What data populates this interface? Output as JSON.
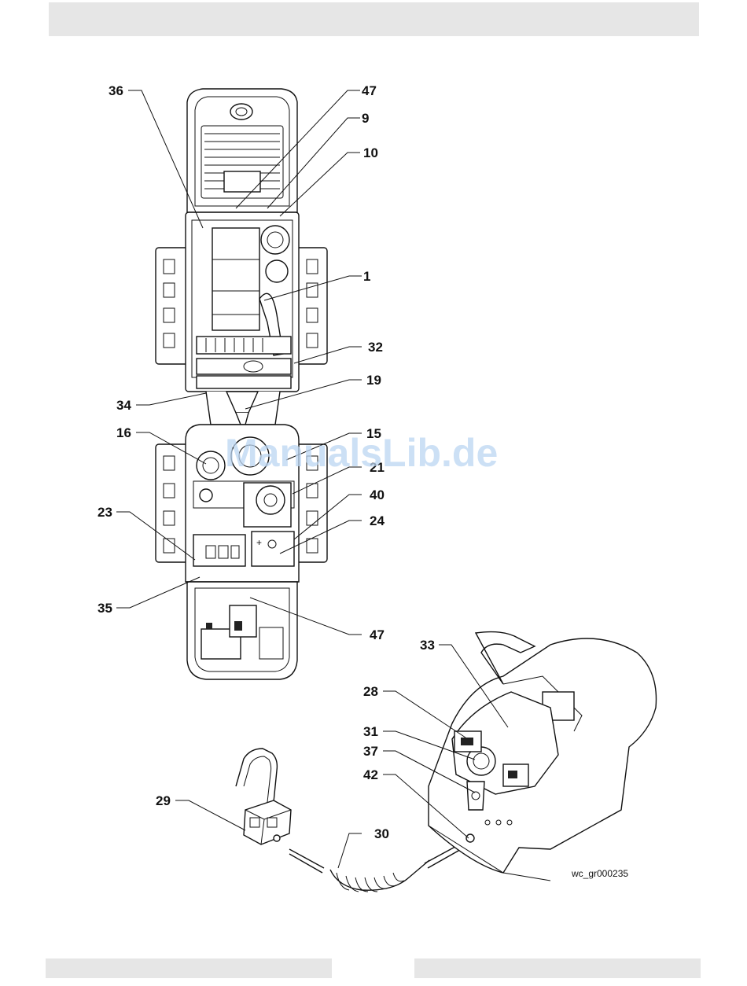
{
  "watermark": "ManualsLib.de",
  "figure_id": "wc_gr000235",
  "callouts": {
    "c36": "36",
    "c47a": "47",
    "c9": "9",
    "c10": "10",
    "c1": "1",
    "c32": "32",
    "c19": "19",
    "c34": "34",
    "c16": "16",
    "c15": "15",
    "c21": "21",
    "c40": "40",
    "c23": "23",
    "c24": "24",
    "c35": "35",
    "c47b": "47",
    "c33": "33",
    "c28": "28",
    "c31": "31",
    "c37": "37",
    "c42": "42",
    "c29": "29",
    "c30": "30"
  },
  "colors": {
    "bars": "#e6e6e6",
    "line": "#111111",
    "watermark": "#bcd6f2"
  }
}
